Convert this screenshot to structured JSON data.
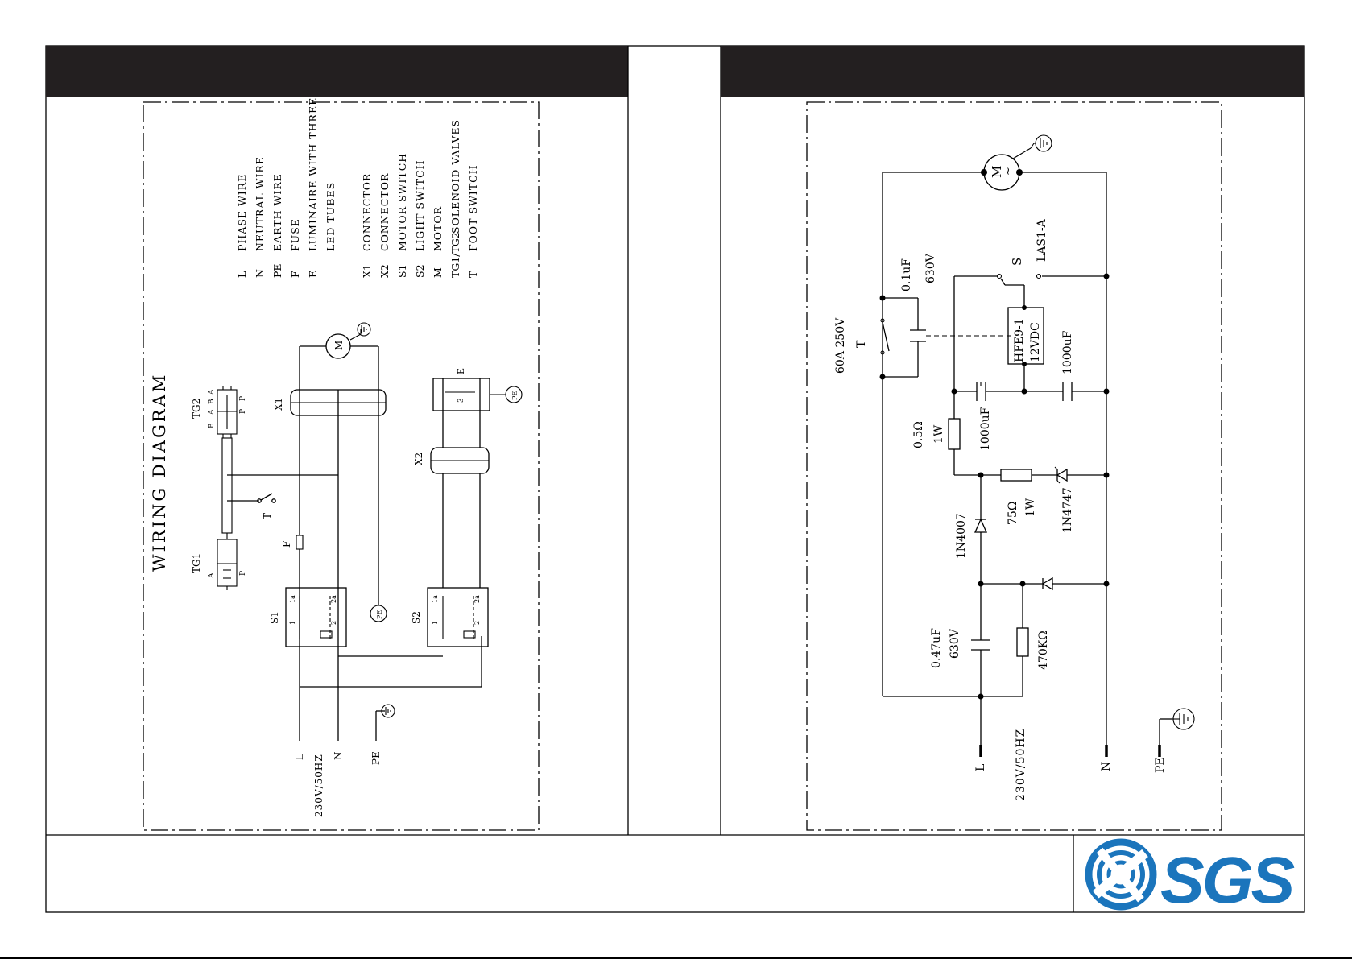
{
  "colors": {
    "header_bar": "#231f20",
    "logo_blue": "#1b75bc"
  },
  "logo": {
    "text": "SGS"
  },
  "left_diagram": {
    "title": "WIRING  DIAGRAM",
    "legend": [
      {
        "code": "L",
        "desc": "PHASE WIRE"
      },
      {
        "code": "N",
        "desc": "NEUTRAL WIRE"
      },
      {
        "code": "PE",
        "desc": "EARTH WIRE"
      },
      {
        "code": "F",
        "desc": "FUSE"
      },
      {
        "code": "E",
        "desc": "LUMINAIRE WITH THREE"
      },
      {
        "code": "",
        "desc": "LED TUBES"
      },
      {
        "code": "X1",
        "desc": "CONNECTOR"
      },
      {
        "code": "X2",
        "desc": "CONNECTOR"
      },
      {
        "code": "S1",
        "desc": "MOTOR SWITCH"
      },
      {
        "code": "S2",
        "desc": "LIGHT SWITCH"
      },
      {
        "code": "M",
        "desc": "MOTOR"
      },
      {
        "code": "TG1/TG2",
        "desc": "SOLENOID  VALVES"
      },
      {
        "code": "T",
        "desc": "FOOT  SWITCH"
      }
    ],
    "labels": {
      "tg1": "TG1",
      "tg2": "TG2",
      "t": "T",
      "f": "F",
      "x1": "X1",
      "x2": "X2",
      "s1": "S1",
      "s2": "S2",
      "e": "E",
      "pe_circle": "PE",
      "m": "M",
      "l": "L",
      "n": "N",
      "pe": "PE",
      "supply": "230V/50HZ",
      "port_a": "A",
      "port_b": "B",
      "port_p": "P",
      "sw_1": "1",
      "sw_1a": "1a",
      "sw_2": "2",
      "sw_2a": "2a"
    }
  },
  "right_diagram": {
    "labels": {
      "motor": "M",
      "motor_sym": "~",
      "cap1_value": "0.1uF",
      "cap1_voltage": "630V",
      "switch_s": "S",
      "relay_contact": "LAS1-A",
      "t_rating": "60A 250V",
      "t_label": "T",
      "relay_name": "HFE9-1",
      "relay_voltage": "12VDC",
      "cap3": "1000uF",
      "res1_value": "0.5Ω",
      "res1_power": "1W",
      "cap2": "1000uF",
      "res2_value": "75Ω",
      "res2_power": "1W",
      "zener": "1N4747",
      "diode": "1N4007",
      "cap4_value": "0.47uF",
      "cap4_voltage": "630V",
      "res3_value": "470KΩ",
      "l": "L",
      "supply": "230V/50HZ",
      "n": "N",
      "pe": "PE"
    }
  }
}
